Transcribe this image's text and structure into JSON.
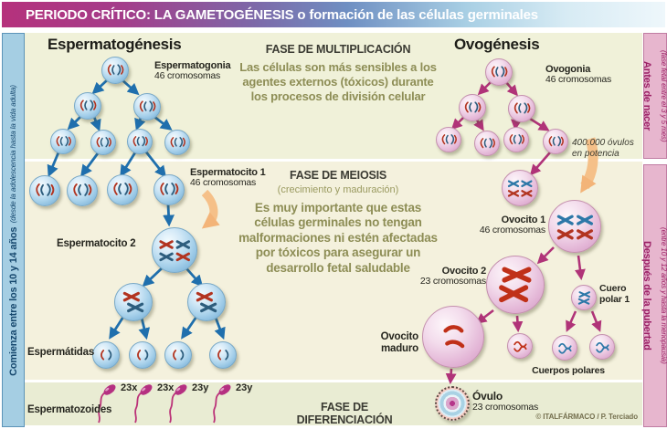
{
  "header": {
    "title": "PERIODO CRÍTICO: LA GAMETOGÉNESIS o formación de las células germinales"
  },
  "bands": {
    "left": {
      "label": "Comienza entre los 10 y 14 años",
      "detail": "(desde la adolescencia hasta la vida adulta)"
    },
    "right_top": {
      "label": "Antes de nacer",
      "detail": "(fase fetal entre el 3 y 5 mes)"
    },
    "right_bottom": {
      "label": "Después de la pubertad",
      "detail": "(entre 10 y 12 años y hasta la menopausia)"
    }
  },
  "phases": {
    "multiplication": {
      "title": "FASE DE MULTIPLICACIÓN",
      "note": "Las células son más sensibles a los agentes externos (tóxicos) durante los procesos de división celular"
    },
    "meiosis": {
      "title": "FASE DE MEIOSIS",
      "subtitle": "(crecimiento y maduración)",
      "note": "Es muy importante que estas células germinales no tengan malformaciones ni estén afectadas por tóxicos para asegurar un desarrollo fetal saludable"
    },
    "differentiation": {
      "title": "FASE DE DIFERENCIACIÓN"
    }
  },
  "sperm": {
    "title": "Espermatogénesis",
    "espermatogonia": "Espermatogonia",
    "espermatogonia_sub": "46 cromosomas",
    "espermatocito1": "Espermatocito 1",
    "espermatocito1_sub": "46 cromosomas",
    "espermatocito2": "Espermatocito 2",
    "espermatidas": "Espermátidas",
    "espermatozoides": "Espermatozoides",
    "types": [
      "23x",
      "23x",
      "23y",
      "23y"
    ]
  },
  "ovo": {
    "title": "Ovogénesis",
    "ovogonia": "Ovogonia",
    "ovogonia_sub": "46 cromosomas",
    "potencia": "400.000 óvulos en potencia",
    "ovocito1": "Ovocito 1",
    "ovocito1_sub": "46 cromosomas",
    "ovocito2": "Ovocito 2",
    "ovocito2_sub": "23 cromosomas",
    "cuerpo_polar1": "Cuero polar 1",
    "maduro": "Ovocito maduro",
    "cuerpos_polares": "Cuerpos polares",
    "ovulo": "Óvulo",
    "ovulo_sub": "23 cromosomas"
  },
  "credit": "© ITALFÁRMACO / P. Terciado",
  "colors": {
    "header_left": "#b5317c",
    "header_right": "#eef7fb",
    "sperm_arrow": "#1f6fad",
    "ovo_arrow": "#b03378",
    "highlight_arrow": "#f5c088",
    "note_text": "#8d8d55",
    "left_band_bg": "#a5cee3",
    "right_band_bg": "#e7b6ce"
  }
}
